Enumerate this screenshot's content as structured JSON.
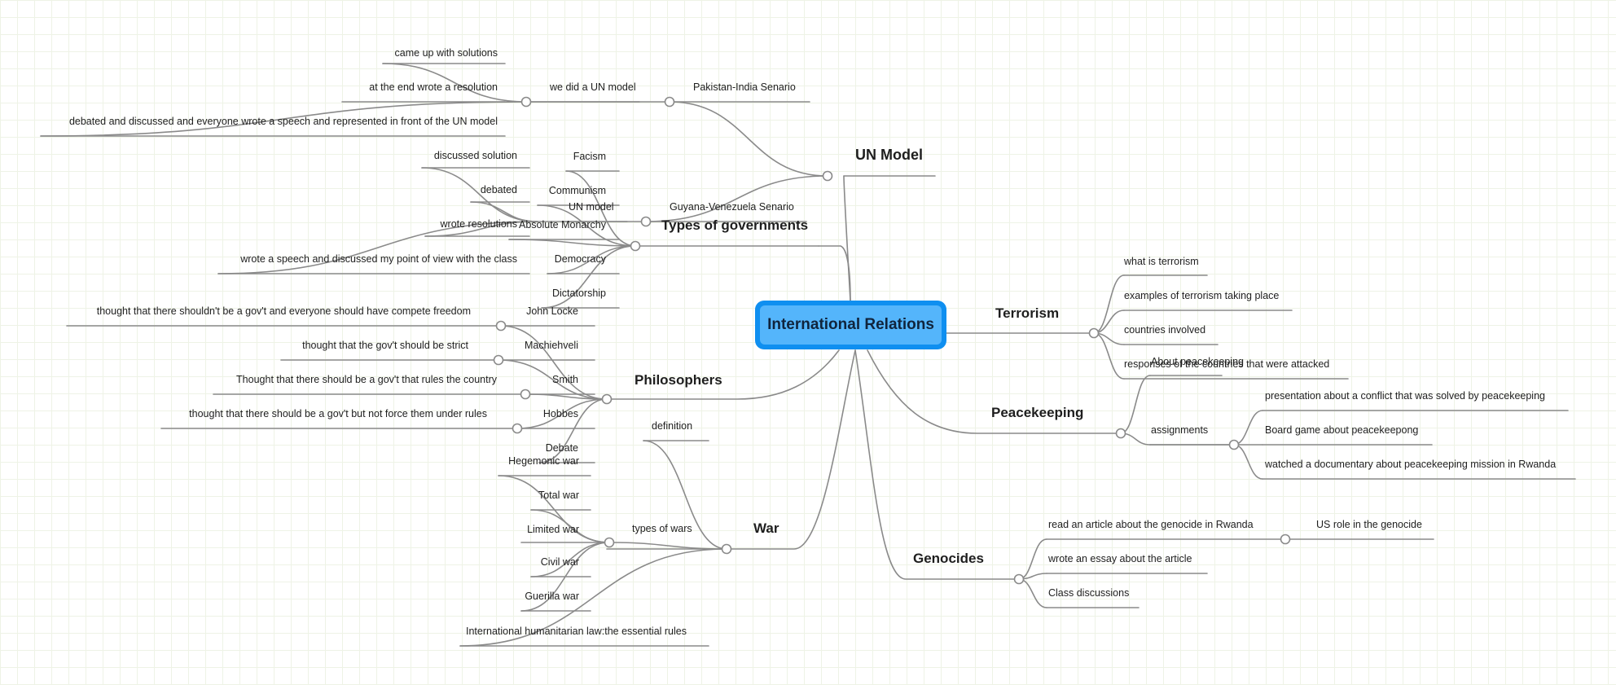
{
  "central": {
    "label": "International Relations"
  },
  "branches": {
    "un_model": {
      "title": "UN Model",
      "children": {
        "pakistan_india": "Pakistan-India Senario",
        "we_did": "we did a UN model",
        "solutions": "came up with solutions",
        "resolution": "at the end wrote a resolution",
        "debated_discussed": "debated and discussed and everyone wrote a speech and represented in front of the UN model",
        "guyana": "Guyana-Venezuela Senario",
        "un_model_sub": "UN model",
        "discussed_solution": "discussed solution",
        "debated": "debated",
        "wrote_resolutions": "wrote resolutions",
        "wrote_speech": "wrote a speech and discussed my point of view with the class"
      }
    },
    "types_of_governments": {
      "title": "Types of governments",
      "children": {
        "facism": "Facism",
        "communism": "Communism",
        "absolute_monarchy": "Absolute Monarchy",
        "democracy": "Democracy",
        "dictatorship": "Dictatorship"
      }
    },
    "philosophers": {
      "title": "Philosophers",
      "children": {
        "john_locke": "John Locke",
        "locke_note": "thought that there shouldn't be a gov't and everyone should have compete freedom",
        "machiehveli": "Machiehveli",
        "machiehveli_note": "thought that the gov't should be strict",
        "smith": "Smith",
        "smith_note": "Thought that there should be a gov't that rules the country",
        "hobbes": "Hobbes",
        "hobbes_note": "thought that there should be a gov't but not force them under rules",
        "debate": "Debate"
      }
    },
    "war": {
      "title": "War",
      "children": {
        "definition": "definition",
        "types_of_wars": "types of wars",
        "hegemonic": "Hegemonic war",
        "total": "Total war",
        "limited": "Limited war",
        "civil": "Civil war",
        "guerilla": "Guerilla war",
        "ihl": "International humanitarian law:the essential rules"
      }
    },
    "terrorism": {
      "title": "Terrorism",
      "children": {
        "what_is": "what is terrorism",
        "examples": "examples of terrorism taking place",
        "countries": "countries involved",
        "responses": "responses of the countries that were attacked"
      }
    },
    "peacekeeping": {
      "title": "Peacekeeping",
      "children": {
        "about": "About peacekeeping",
        "assignments": "assignments",
        "presentation": "presentation about a conflict that was solved by peacekeeping",
        "board_game": "Board game about peacekeepong",
        "documentary": "watched a documentary about peacekeeping mission in Rwanda"
      }
    },
    "genocides": {
      "title": "Genocides",
      "children": {
        "article": "read an article about the genocide in Rwanda",
        "us_role": "US role in the genocide",
        "essay": "wrote an essay about the article",
        "class_discussions": "Class discussions"
      }
    }
  },
  "colors": {
    "line": "#8a8a8a",
    "text": "#1e1e1e",
    "central_border": "#0f8ff0",
    "central_fill": "#54b5fb"
  }
}
